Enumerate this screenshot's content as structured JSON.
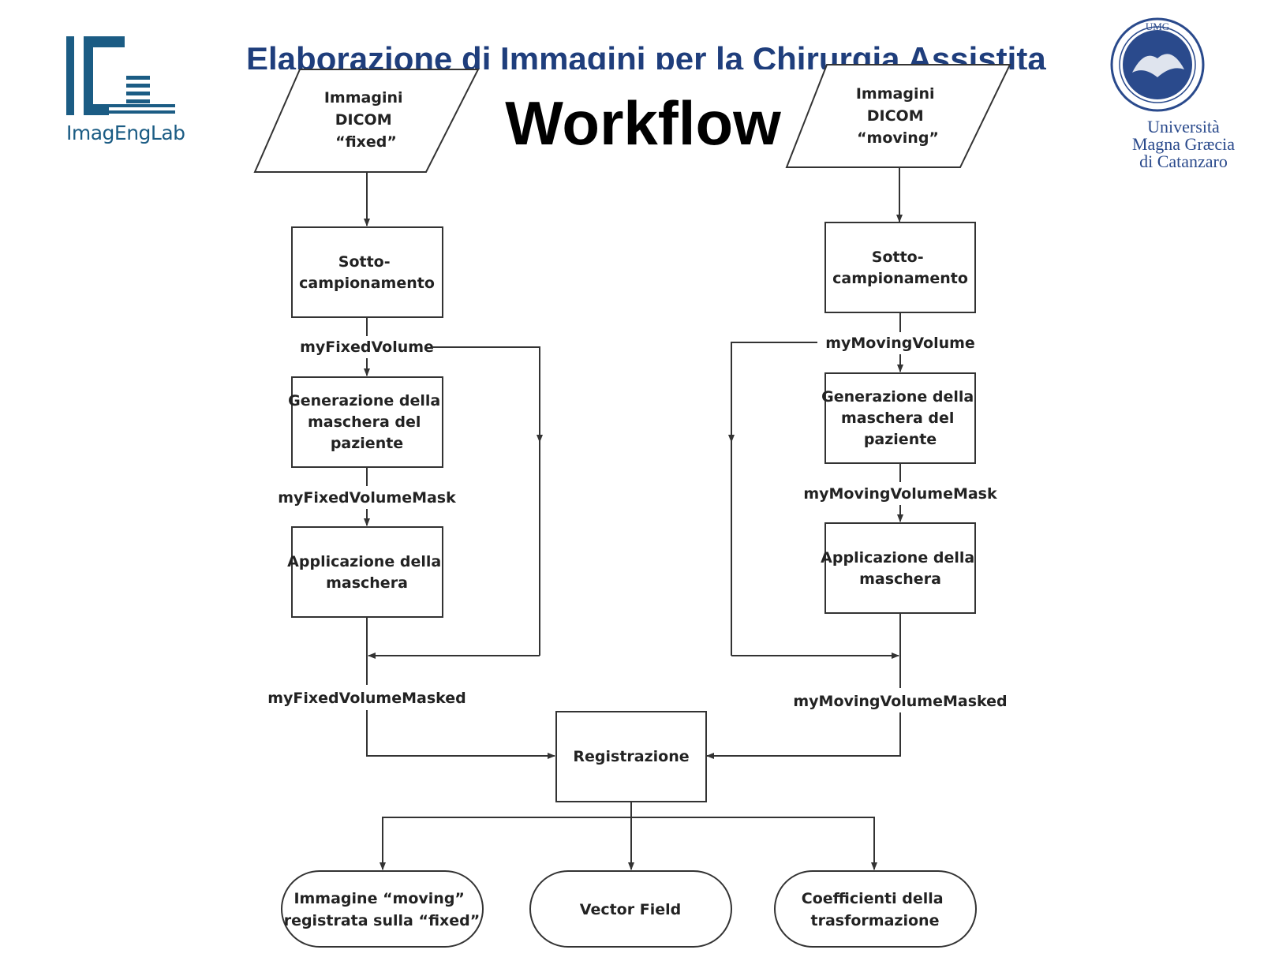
{
  "header": {
    "course_title": "Elaborazione di Immagini per la Chirurgia Assistita",
    "slide_title": "Workflow",
    "left_logo": {
      "text": "ImagEngLab",
      "icon": "imagenglab-logo"
    },
    "right_logo": {
      "icon": "umg-seal-logo",
      "seal_text": "UMG",
      "lines": [
        "Università",
        "Magna Græcia",
        "di Catanzaro"
      ]
    }
  },
  "colors": {
    "title_blue": "#1f3e7c",
    "logo_blue": "#1b5c84",
    "line": "#333333"
  },
  "diagram": {
    "left_input": [
      "Immagini",
      "DICOM",
      "“fixed”"
    ],
    "right_input": [
      "Immagini",
      "DICOM",
      "“moving”"
    ],
    "left_subsample": [
      "Sotto-",
      "campionamento"
    ],
    "right_subsample": [
      "Sotto-",
      "campionamento"
    ],
    "left_volume_label": "myFixedVolume",
    "right_volume_label": "myMovingVolume",
    "left_mask_gen": [
      "Generazione della",
      "maschera del",
      "paziente"
    ],
    "right_mask_gen": [
      "Generazione della",
      "maschera del",
      "paziente"
    ],
    "left_mask_label": "myFixedVolumeMask",
    "right_mask_label": "myMovingVolumeMask",
    "left_apply_mask": [
      "Applicazione della",
      "maschera"
    ],
    "right_apply_mask": [
      "Applicazione della",
      "maschera"
    ],
    "left_masked_label": "myFixedVolumeMasked",
    "right_masked_label": "myMovingVolumeMasked",
    "registration": "Registrazione",
    "outputs": {
      "registered_image": [
        "Immagine “moving”",
        "registrata sulla “fixed”"
      ],
      "vector_field": "Vector Field",
      "transform_coeffs": [
        "Coefficienti della",
        "trasformazione"
      ]
    }
  }
}
